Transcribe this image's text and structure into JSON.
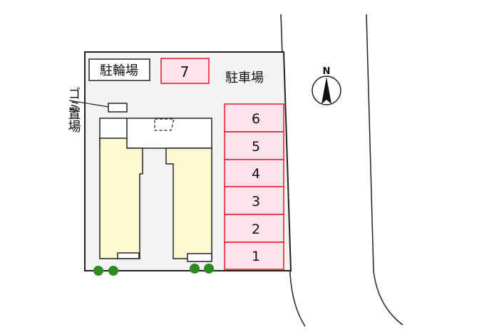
{
  "labels": {
    "bicycle_parking": "駐輪場",
    "car_parking": "駐車場",
    "garbage_1": "ゴミ",
    "garbage_2": "置場",
    "north": "N"
  },
  "parking_spots": [
    "7",
    "6",
    "5",
    "4",
    "3",
    "2",
    "1"
  ],
  "colors": {
    "spot_fill": "#fde3ec",
    "spot_border": "#e8192c",
    "building": "#fcf8cf",
    "lot": "#f3f3f3",
    "tree": "#2e8b22"
  }
}
